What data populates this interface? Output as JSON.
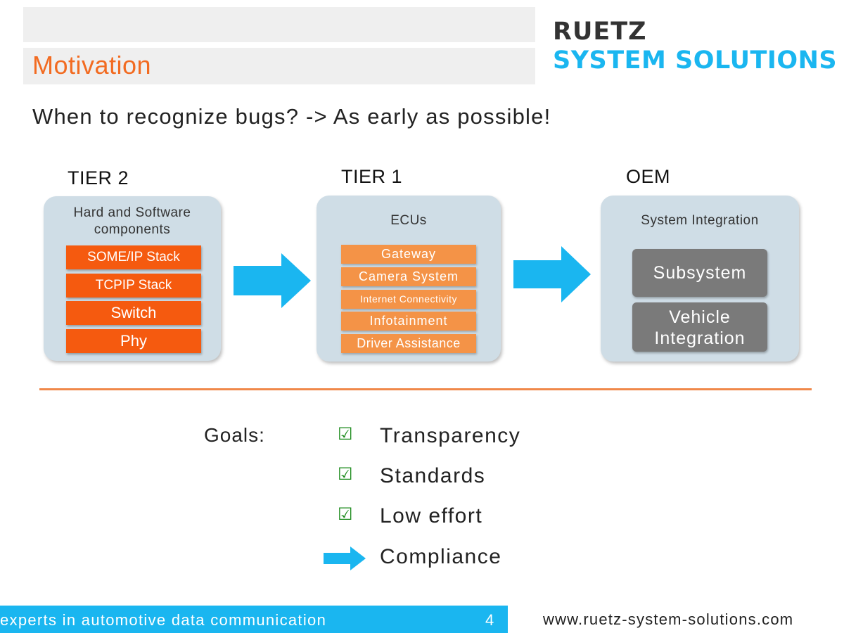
{
  "slide": {
    "title": "Motivation",
    "question": "When to recognize bugs? ->  As early as possible!"
  },
  "logo": {
    "line1": "RUETZ",
    "line2": "SYSTEM SOLUTIONS",
    "colors": {
      "line1": "#333333",
      "line2": "#1ab6f0"
    }
  },
  "tiers": [
    {
      "label": "TIER 2",
      "panel_title": "Hard and Software components",
      "items": [
        "SOME/IP Stack",
        "TCPIP Stack",
        "Switch",
        "Phy"
      ]
    },
    {
      "label": "TIER 1",
      "panel_title": "ECUs",
      "items": [
        "Gateway",
        "Camera System",
        "Internet Connectivity",
        "Infotainment",
        "Driver Assistance"
      ]
    },
    {
      "label": "OEM",
      "panel_title": "System Integration",
      "items": [
        "Subsystem",
        "Vehicle Integration"
      ]
    }
  ],
  "goals": {
    "label": "Goals:",
    "items": [
      {
        "text": "Transparency",
        "icon": "checked-box-icon"
      },
      {
        "text": "Standards",
        "icon": "checked-box-icon"
      },
      {
        "text": "Low effort",
        "icon": "checked-box-icon"
      },
      {
        "text": "Compliance",
        "icon": "right-arrow-icon"
      }
    ]
  },
  "footer": {
    "tagline": "experts in automotive data communication",
    "page_number": "4",
    "url": "www.ruetz-system-solutions.com"
  },
  "colors": {
    "accent_orange": "#f26b21",
    "tier2_item": "#f55a0f",
    "tier1_item": "#f49347",
    "oem_item": "#7a7a7a",
    "arrow_blue": "#1ab6f0",
    "panel_bg": "#cfdde6",
    "check_green": "#1a8a1a"
  }
}
